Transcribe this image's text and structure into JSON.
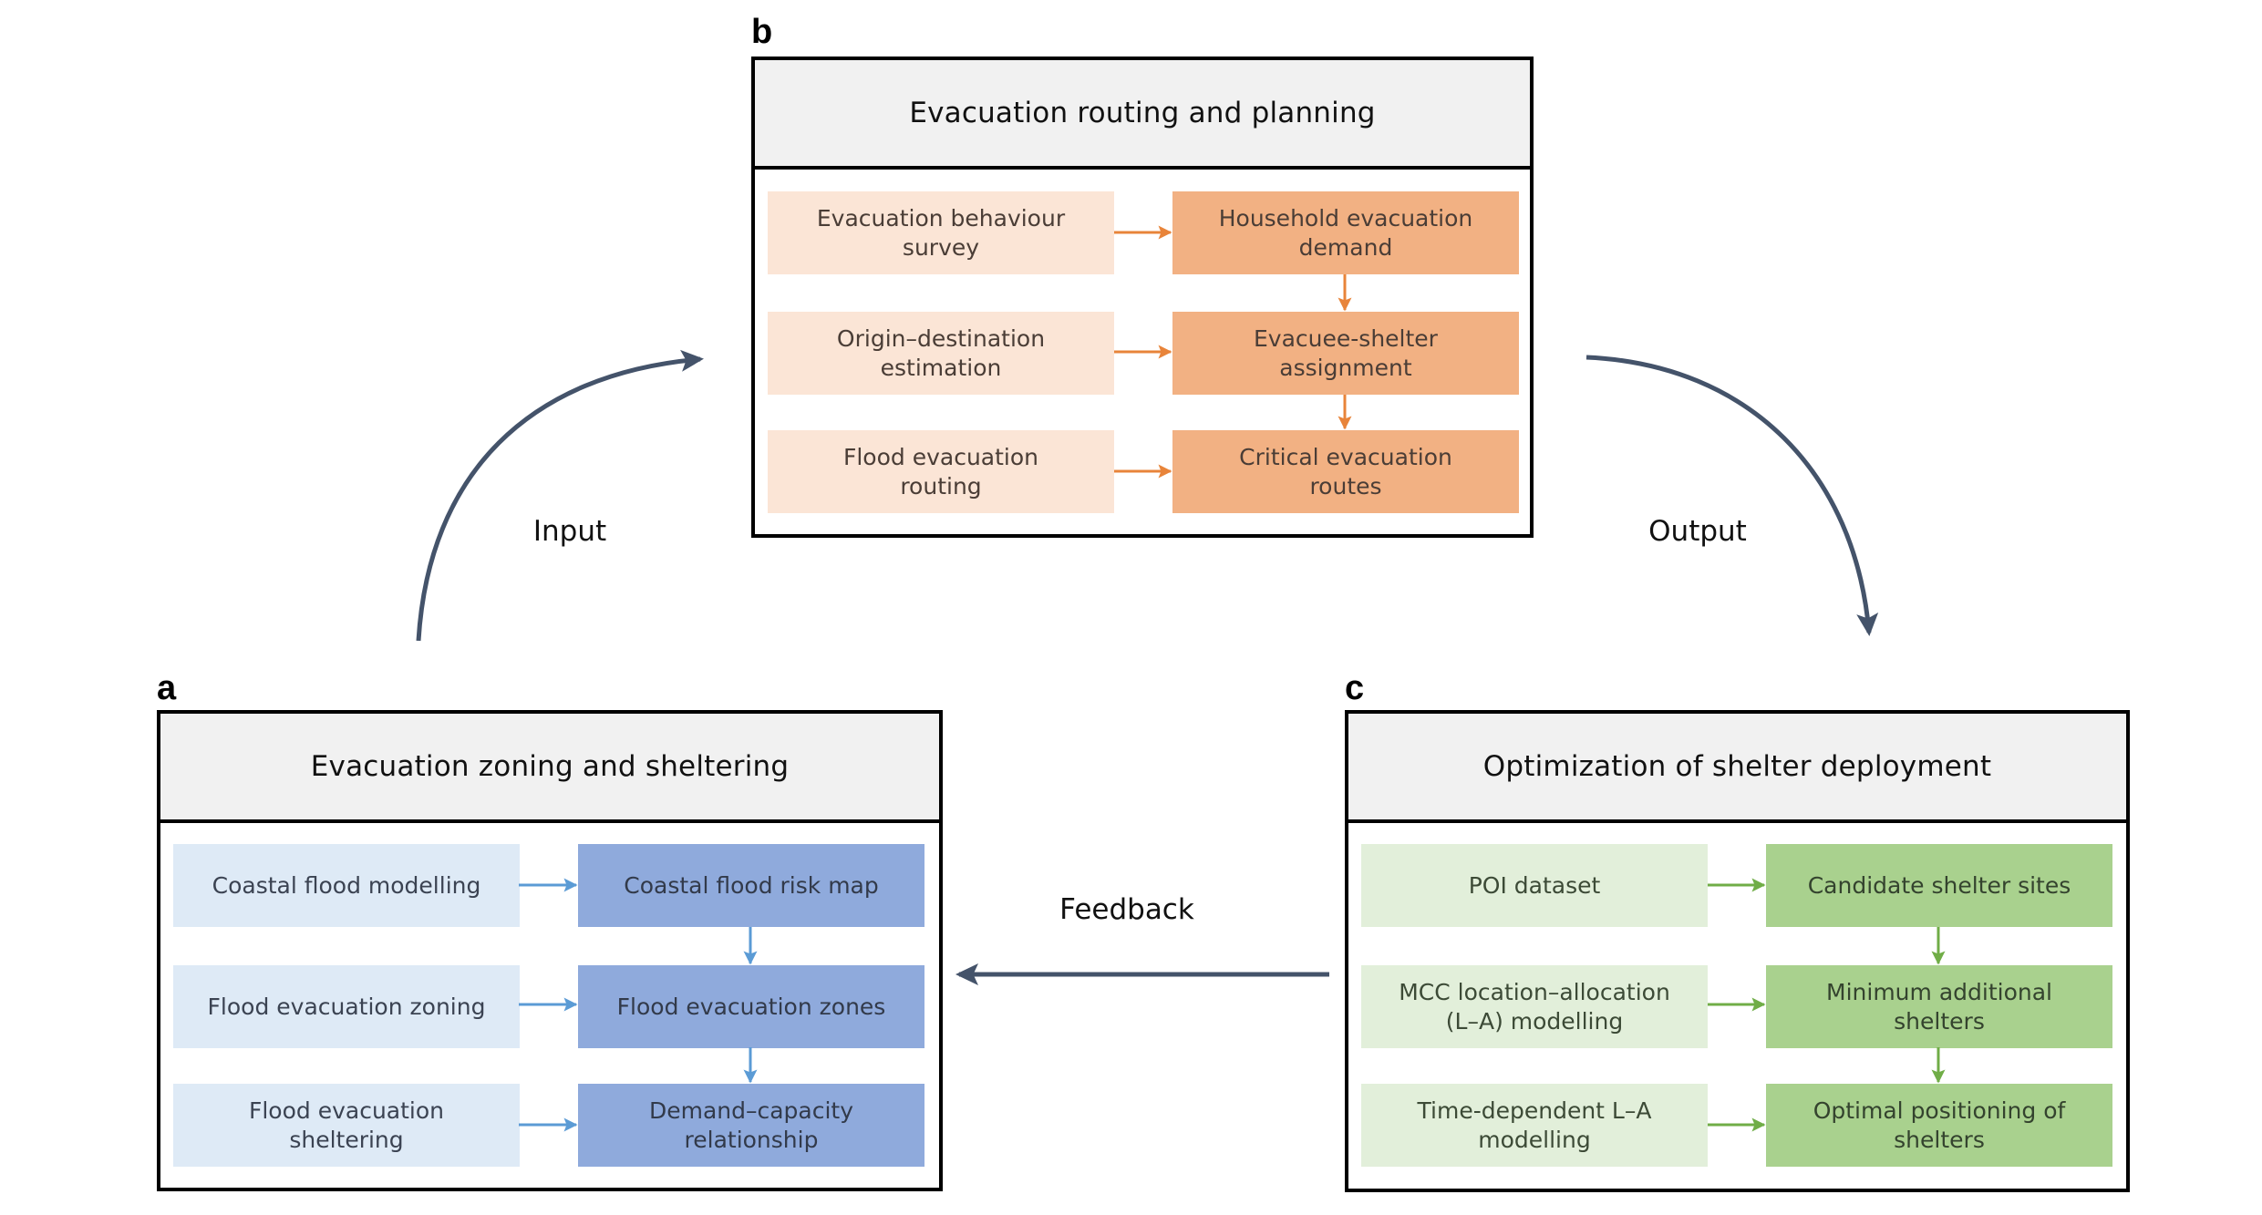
{
  "colors": {
    "connector": "#44536a",
    "blue_arrow": "#5b9bd5",
    "orange_arrow": "#e8843a",
    "green_arrow": "#70ad47"
  },
  "flows": {
    "input_label": "Input",
    "output_label": "Output",
    "feedback_label": "Feedback"
  },
  "panels": {
    "a": {
      "letter": "a",
      "title": "Evacuation zoning and sheltering",
      "rows": [
        {
          "input": "Coastal flood modelling",
          "output": "Coastal flood risk map"
        },
        {
          "input": "Flood evacuation zoning",
          "output": "Flood evacuation zones"
        },
        {
          "input": "Flood evacuation\nsheltering",
          "output": "Demand–capacity\nrelationship"
        }
      ]
    },
    "b": {
      "letter": "b",
      "title": "Evacuation routing and planning",
      "rows": [
        {
          "input": "Evacuation behaviour\nsurvey",
          "output": "Household evacuation\ndemand"
        },
        {
          "input": "Origin–destination\nestimation",
          "output": "Evacuee-shelter\nassignment"
        },
        {
          "input": "Flood evacuation\nrouting",
          "output": "Critical evacuation\nroutes"
        }
      ]
    },
    "c": {
      "letter": "c",
      "title": "Optimization of shelter deployment",
      "rows": [
        {
          "input": "POI dataset",
          "output": "Candidate shelter sites"
        },
        {
          "input": "MCC location–allocation\n(L–A) modelling",
          "output": "Minimum additional\nshelters"
        },
        {
          "input": "Time-dependent L–A\nmodelling",
          "output": "Optimal positioning of\nshelters"
        }
      ]
    }
  }
}
